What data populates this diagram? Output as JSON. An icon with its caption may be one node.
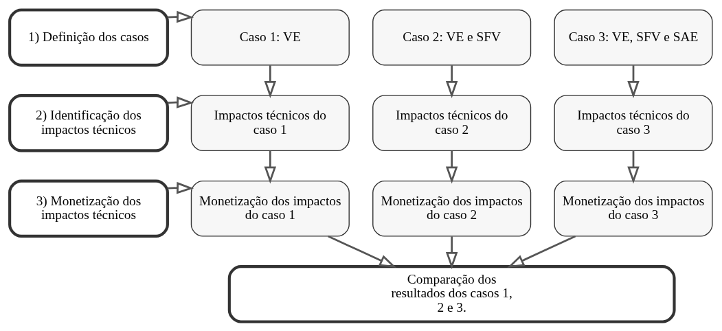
{
  "diagram": {
    "nodes": [
      {
        "text": [
          "1) Definição dos casos"
        ]
      },
      {
        "text": [
          "Caso 1: VE"
        ]
      },
      {
        "text": [
          "Caso 2: VE e SFV"
        ]
      },
      {
        "text": [
          "Caso 3: VE, SFV e SAE"
        ]
      },
      {
        "text": [
          "2) Identificação dos impactos técnicos"
        ]
      },
      {
        "text": [
          "Impactos técnicos do caso 1"
        ]
      },
      {
        "text": [
          "Impactos técnicos do caso 2"
        ]
      },
      {
        "text": [
          "Impactos técnicos do caso 3"
        ]
      },
      {
        "text": [
          "3) Monetização dos impactos técnicos"
        ]
      },
      {
        "text": [
          "Monetização dos impactos do caso 1"
        ]
      },
      {
        "text": [
          "Monetização dos impactos do caso 2"
        ]
      },
      {
        "text": [
          "Monetização dos impactos do caso 3"
        ]
      },
      {
        "text": [
          "Comparação dos resultados dos casos 1, 2 e 3."
        ]
      }
    ],
    "edges": [
      {
        "from": 0,
        "to": 1,
        "arrow": "to"
      },
      {
        "from": 4,
        "to": 5,
        "arrow": "to"
      },
      {
        "from": 8,
        "to": 9,
        "arrow": "to"
      },
      {
        "from": 1,
        "to": 5,
        "arrow": "to"
      },
      {
        "from": 2,
        "to": 6,
        "arrow": "to"
      },
      {
        "from": 3,
        "to": 7,
        "arrow": "to"
      },
      {
        "from": 5,
        "to": 9,
        "arrow": "to"
      },
      {
        "from": 6,
        "to": 10,
        "arrow": "to"
      },
      {
        "from": 7,
        "to": 11,
        "arrow": "to"
      },
      {
        "from": 9,
        "to": 12,
        "arrow": "to"
      },
      {
        "from": 10,
        "to": 12,
        "arrow": "to"
      },
      {
        "from": 11,
        "to": 12,
        "arrow": "to"
      }
    ]
  }
}
